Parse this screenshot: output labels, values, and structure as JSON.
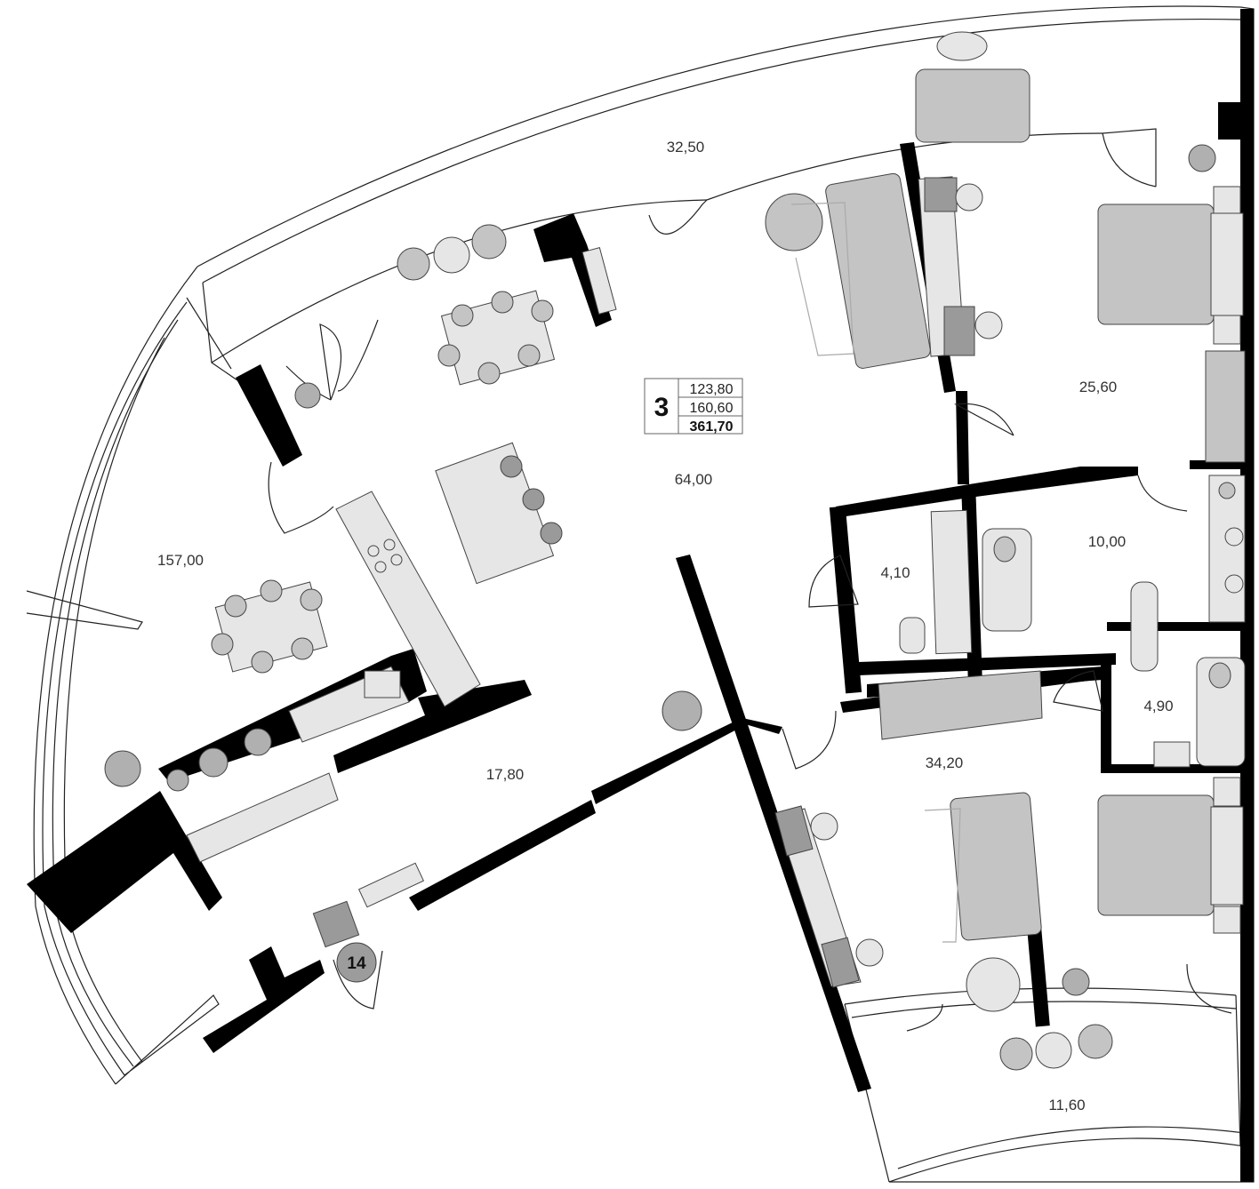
{
  "apartment": {
    "rooms_count": "3",
    "area_living": "123,80",
    "area_total": "160,60",
    "area_full": "361,70"
  },
  "unit_number": "14",
  "rooms": [
    {
      "id": "terrace-top",
      "area": "32,50"
    },
    {
      "id": "bedroom-top",
      "area": "25,60"
    },
    {
      "id": "living-kitchen",
      "area": "64,00"
    },
    {
      "id": "terrace-left",
      "area": "157,00"
    },
    {
      "id": "wc",
      "area": "4,10"
    },
    {
      "id": "bathroom-top",
      "area": "10,00"
    },
    {
      "id": "bathroom-bottom",
      "area": "4,90"
    },
    {
      "id": "hall",
      "area": "17,80"
    },
    {
      "id": "bedroom-bottom",
      "area": "34,20"
    },
    {
      "id": "terrace-bottom",
      "area": "11,60"
    }
  ]
}
